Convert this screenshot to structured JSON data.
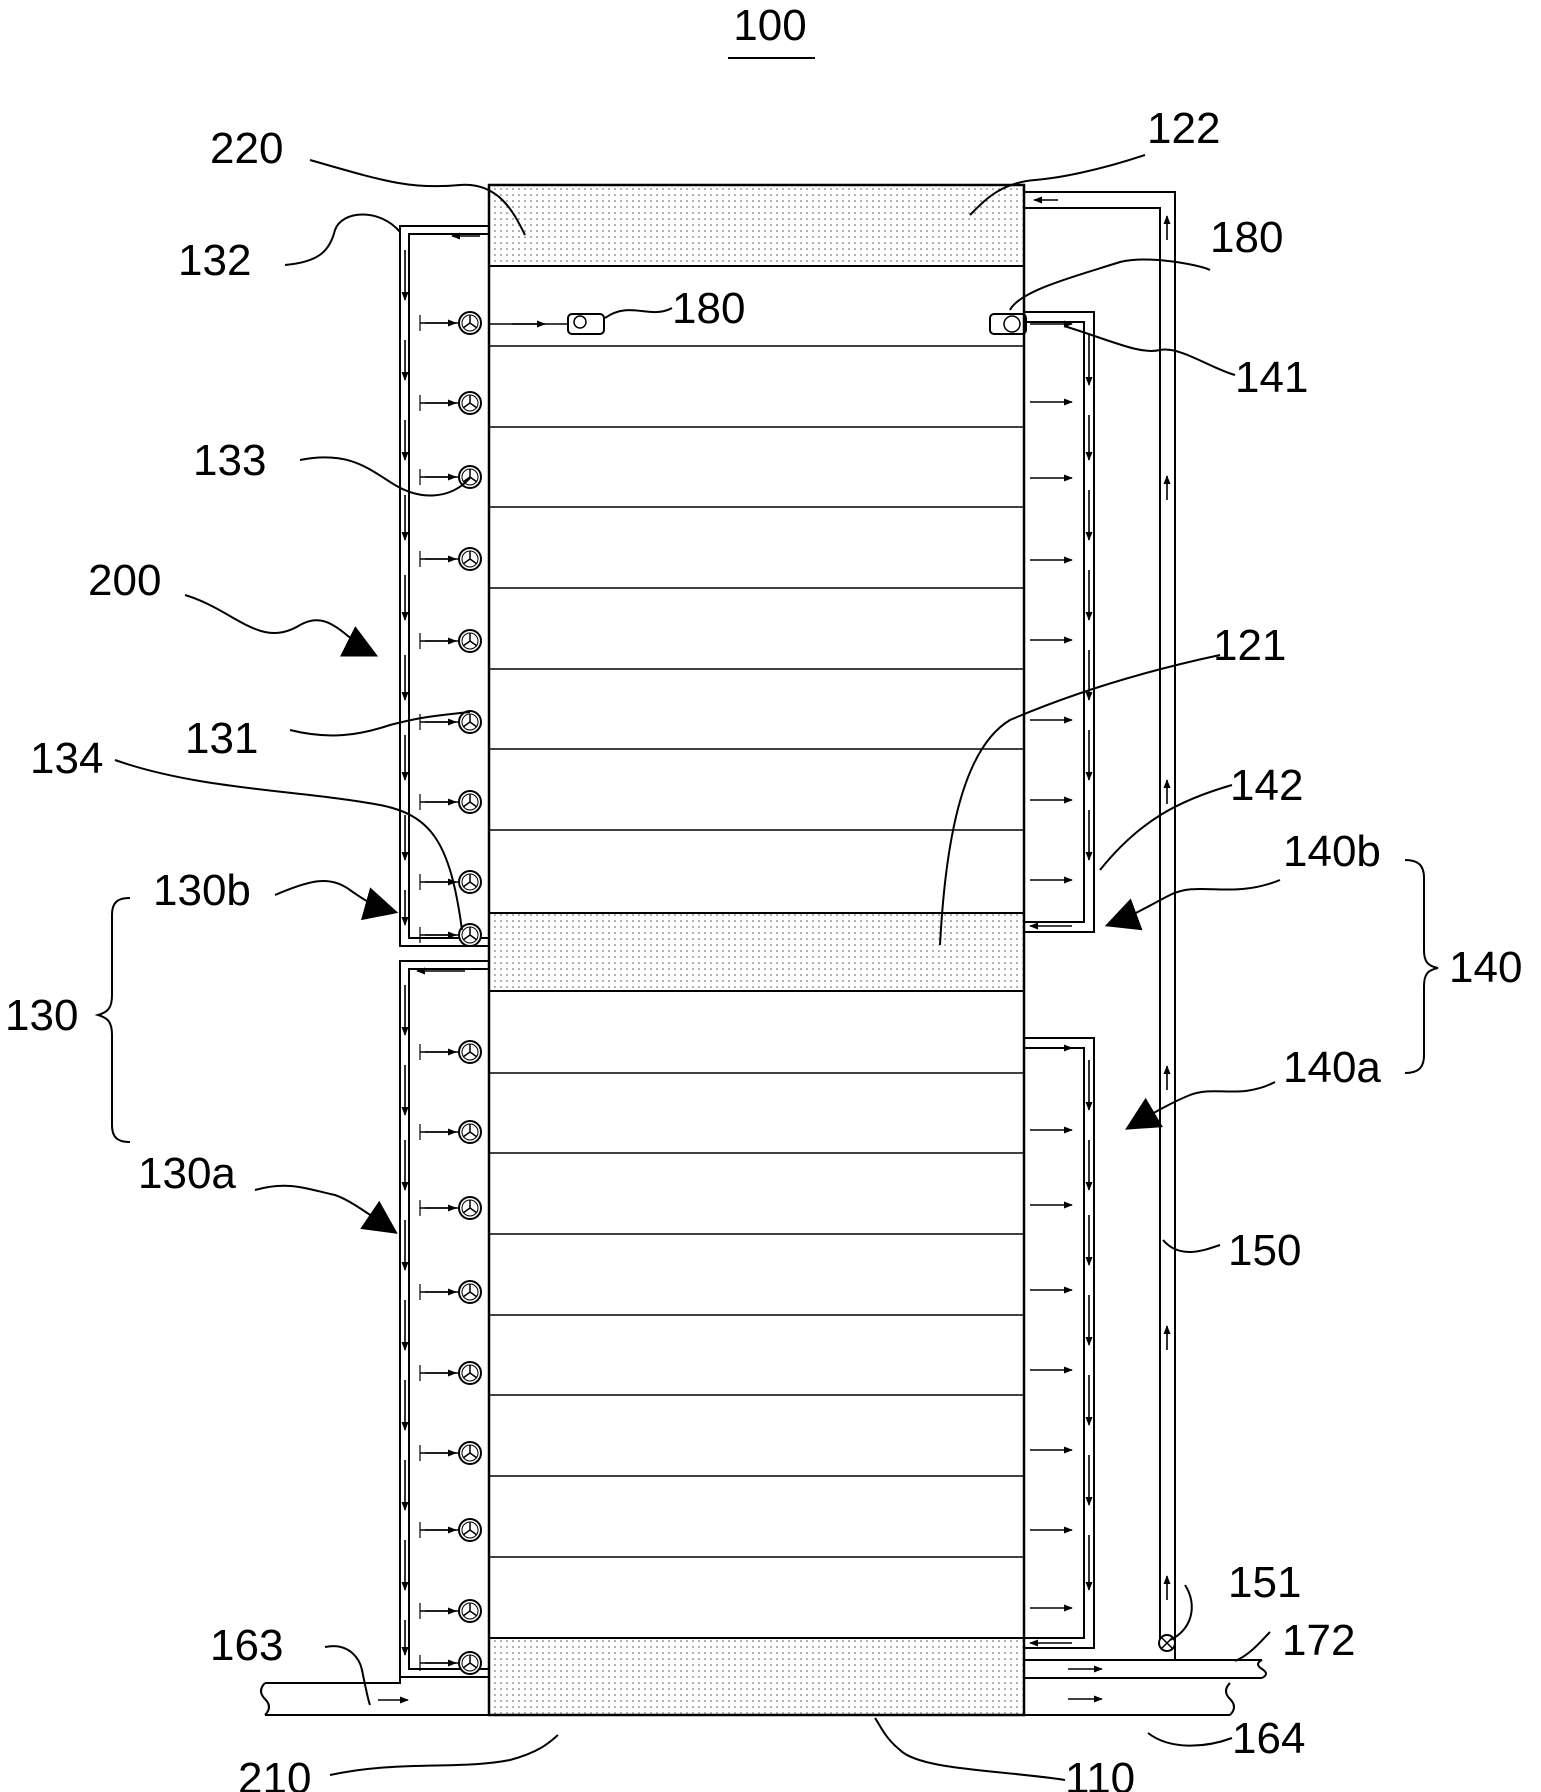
{
  "figure": {
    "title": "100",
    "labels": {
      "l220": "220",
      "l122": "122",
      "l132": "132",
      "l180a": "180",
      "l180b": "180",
      "l141": "141",
      "l133": "133",
      "l200": "200",
      "l121": "121",
      "l131": "131",
      "l134": "134",
      "l142": "142",
      "l140b": "140b",
      "l130b": "130b",
      "l140": "140",
      "l130": "130",
      "l140a": "140a",
      "l130a": "130a",
      "l150": "150",
      "l151": "151",
      "l163": "163",
      "l172": "172",
      "l164": "164",
      "l210": "210",
      "l110": "110"
    }
  },
  "colors": {
    "line": "#000000",
    "background": "#ffffff",
    "stipple": "#555555"
  },
  "icons": [
    "pump-icon",
    "valve-icon",
    "sensor-icon",
    "flow-arrow-icon"
  ]
}
